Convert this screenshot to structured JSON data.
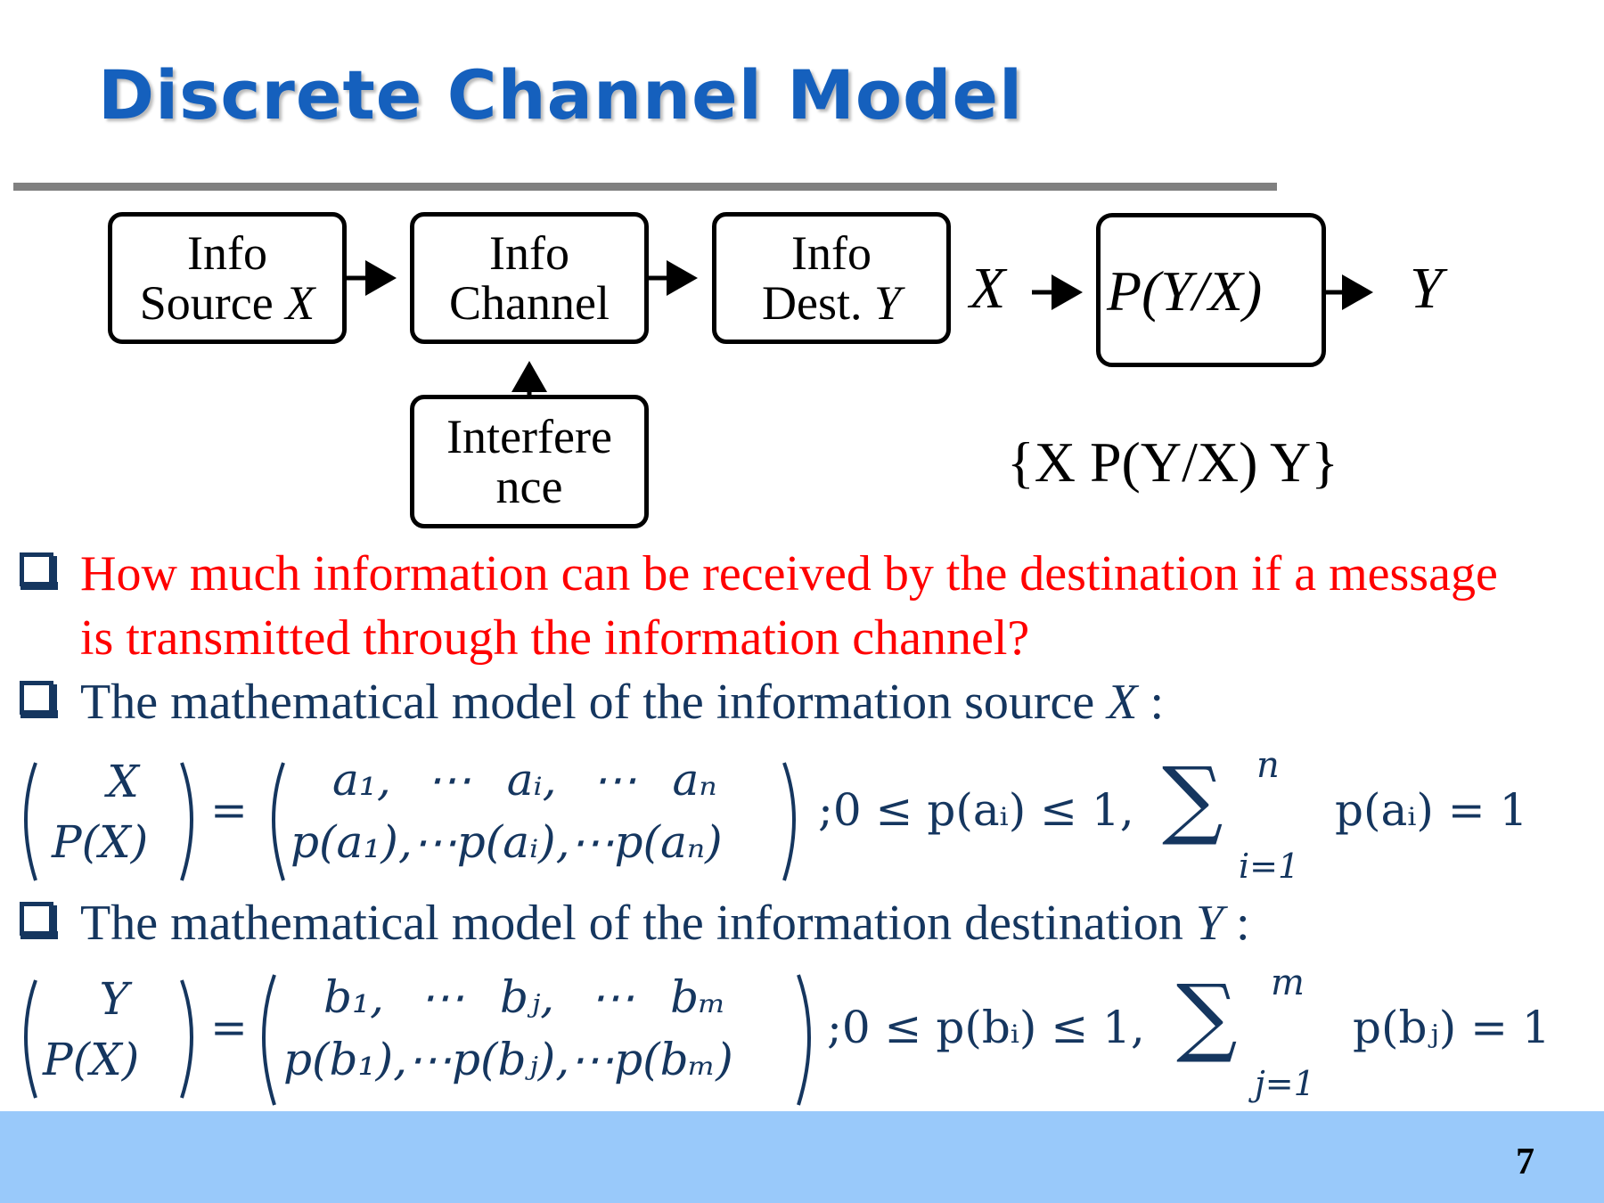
{
  "title": "Discrete Channel Model",
  "diagram": {
    "source": {
      "line1": "Info",
      "line2_text": "Source ",
      "line2_var": "X"
    },
    "channel": {
      "line1": "Info",
      "line2": "Channel"
    },
    "dest": {
      "line1": "Info",
      "line2_text": "Dest. ",
      "line2_var": "Y"
    },
    "interference": {
      "line1": "Interfere",
      "line2": "nce"
    },
    "input_label": "X",
    "output_label": "Y",
    "transfer": "P(Y/X)",
    "model_set": "{X  P(Y/X)  Y}"
  },
  "bullets": [
    {
      "line1": "How much information can be received by the destination if a message",
      "line2": "is transmitted through the information channel?",
      "color": "#ff0000"
    },
    {
      "text": "The mathematical model of the information source ",
      "var": "X",
      "suffix": " :",
      "color": "#15365f"
    },
    {
      "text": "The mathematical model of the information destination ",
      "var": "Y",
      "suffix": " :",
      "color": "#15365f"
    }
  ],
  "formulas": {
    "source_matrix": {
      "top": "X",
      "bottom": "P(X)",
      "values_top": [
        "a₁,",
        "⋯",
        "aᵢ,",
        "⋯",
        "aₙ"
      ],
      "values_bottom": "p(a₁),⋯p(aᵢ),⋯p(aₙ)",
      "condition": ";0 ≤ p(aᵢ) ≤ 1,",
      "sum_upper": "n",
      "sum_lower": "i=1",
      "sum_term": "p(aᵢ) = 1"
    },
    "dest_matrix": {
      "top": "Y",
      "bottom": "P(X)",
      "values_top": [
        "b₁,",
        "⋯",
        "bⱼ,",
        "⋯",
        "bₘ"
      ],
      "values_bottom": "p(b₁),⋯p(bⱼ),⋯p(bₘ)",
      "condition": ";0 ≤ p(bᵢ) ≤ 1,",
      "sum_upper": "m",
      "sum_lower": "j=1",
      "sum_term": "p(bⱼ) = 1"
    }
  },
  "page_number": "7",
  "colors": {
    "title": "#1560bd",
    "question": "#ff0000",
    "body": "#15365f",
    "footer_bar": "#99c9fa",
    "rule": "#808080"
  }
}
